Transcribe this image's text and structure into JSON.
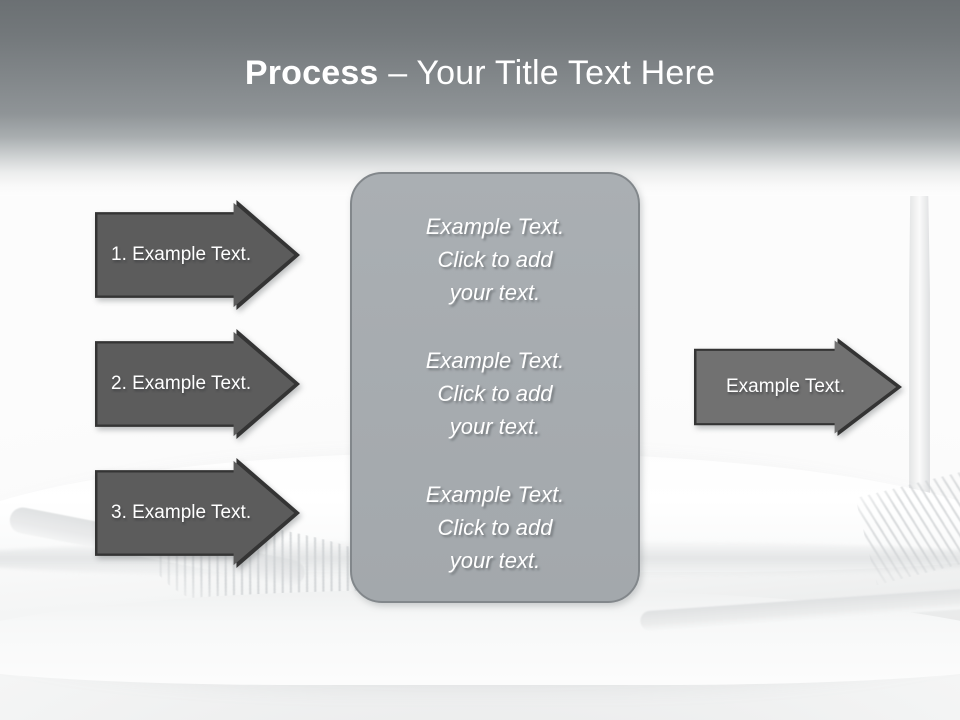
{
  "slide": {
    "title_bold": "Process",
    "title_rest": " – Your Title Text Here"
  },
  "center_panel": {
    "blocks": [
      {
        "text": "Example Text.\nClick  to add\nyour text."
      },
      {
        "text": "Example Text.\nClick  to add\nyour text."
      },
      {
        "text": "Example Text.\nClick  to add\nyour text."
      }
    ]
  },
  "input_arrows": [
    {
      "label": "1. Example Text."
    },
    {
      "label": "2. Example Text."
    },
    {
      "label": "3. Example Text."
    }
  ],
  "output_arrow": {
    "label": "Example Text."
  },
  "colors": {
    "header_top": "#6b7073",
    "panel_fill": "#a8adb1",
    "panel_border": "#82878b",
    "input_arrow_fill": "#5c5c5c",
    "output_arrow_fill": "#717171",
    "arrow_outline": "#343434",
    "text_white": "#ffffff"
  }
}
